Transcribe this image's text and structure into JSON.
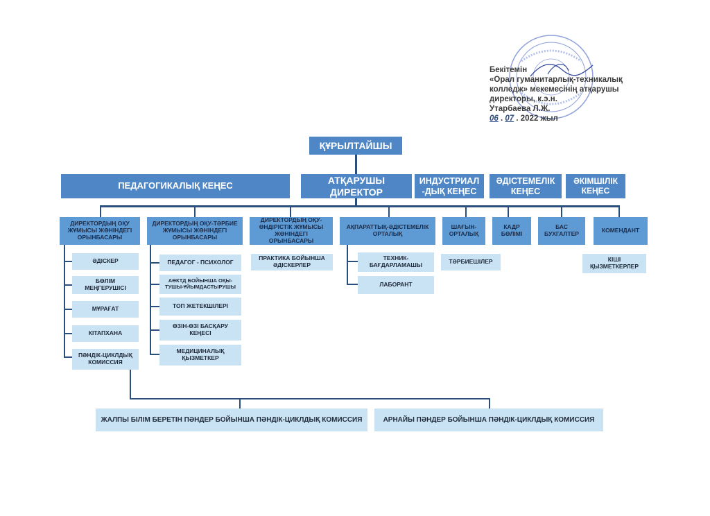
{
  "approval": {
    "line1": "Бекітемін",
    "line2": "«Орал гуманитарлық-техникалық",
    "line3": "колледж» мекемесінің атқарушы",
    "line4": "директоры, к.э.н.",
    "line5": "Утарбаева Л.Ж.",
    "day": "06",
    "month": "07",
    "year": "2022 жыл"
  },
  "top": {
    "founder": "ҚҰРЫЛТАЙШЫ",
    "director": "АТҚАРУШЫ ДИРЕКТОР"
  },
  "councils": {
    "pedagogical": "ПЕДАГОГИКАЛЫҚ КЕҢЕС",
    "industrial": "ИНДУСТРИАЛ -ДЫҚ КЕҢЕС",
    "methodical": "ӘДІСТЕМЕЛІК КЕҢЕС",
    "administrative": "ӘКІМШІЛІК КЕҢЕС"
  },
  "units": [
    "ДИРЕКТОРДЫҢ ОҚУ ЖҰМЫСЫ ЖӨНІНДЕГІ ОРЫНБАСАРЫ",
    "ДИРЕКТОРДЫҢ ОҚУ-ТӘРБИЕ ЖҰМЫСЫ ЖӨНІНДЕГІ ОРЫНБАСАРЫ",
    "ДИРЕКТОРДЫҢ ОҚУ-ӨНДІРІСТІК ЖҰМЫСЫ ЖӨНІНДЕГІ ОРЫНБАСАРЫ",
    "АҚПАРАТТЫҚ-ӘДІСТЕМЕЛІК ОРТАЛЫҚ",
    "ШАҒЫН-ОРТАЛЫҚ",
    "КАДР БӨЛІМІ",
    "БАС БУХГАЛТЕР",
    "КОМЕНДАНТ"
  ],
  "sub_academic": [
    "ӘДІСКЕР",
    "БӨЛІМ МЕҢГЕРУШІСІ",
    "МҰРАҒАТ",
    "КІТАПХАНА",
    "ПӘНДІК-ЦИКЛДЫҚ КОМИССИЯ"
  ],
  "sub_upbringing": [
    "ПЕДАГОГ - ПСИХОЛОГ",
    "АӨКТД БОЙЫНША ОҚЫ-ТУШЫ-ҰЙЫМДАСТЫРУШЫ",
    "ТОП ЖЕТЕКШІЛЕРІ",
    "ӨЗІН-ӨЗІ БАСҚАРУ КЕҢЕСІ",
    "МЕДИЦИНАЛЫҚ ҚЫЗМЕТКЕР"
  ],
  "sub_industrial": [
    "ПРАКТИКА БОЙЫНША ӘДІСКЕРЛЕР"
  ],
  "sub_info": [
    "ТЕХНИК-БАҒДАРЛАМАШЫ",
    "ЛАБОРАНТ"
  ],
  "sub_mini": [
    "ТӘРБИЕШІЛЕР"
  ],
  "sub_commandant": [
    "КІШІ ҚЫЗМЕТКЕРЛЕР"
  ],
  "commissions": [
    "ЖАЛПЫ БІЛІМ БЕРЕТІН ПӘНДЕР БОЙЫНША ПӘНДІК-ЦИКЛДЫҚ КОМИССИЯ",
    "АРНАЙЫ ПӘНДЕР БОЙЫНША ПӘНДІК-ЦИКЛДЫҚ КОМИССИЯ"
  ],
  "colors": {
    "dark_box": "#4f86c6",
    "mid_box": "#5e9ad4",
    "light_box": "#c9e3f5",
    "connector": "#2b4f7d",
    "seal": "#7a8fd6"
  }
}
